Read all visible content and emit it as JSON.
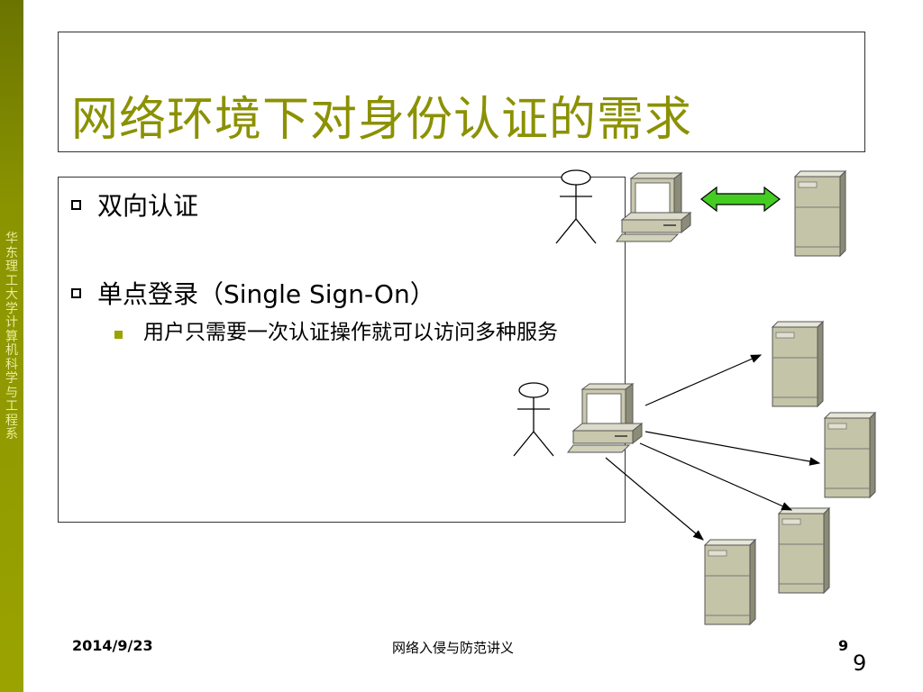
{
  "sidebar": {
    "vertical_text": "华东理工大学计算机科学与工程系"
  },
  "slide": {
    "title": "网络环境下对身份认证的需求",
    "bullets": [
      {
        "label": "双向认证"
      },
      {
        "label": "单点登录（Single Sign-On）"
      }
    ],
    "sub_bullets": [
      {
        "label": "用户只需要一次认证操作就可以访问多种服务"
      }
    ]
  },
  "diagram": {
    "top": {
      "user_icon": "stick-figure-icon",
      "client_icon": "computer-icon",
      "link_icon": "double-arrow-icon",
      "server_icon": "server-icon"
    },
    "bottom": {
      "user_icon": "stick-figure-icon",
      "client_icon": "computer-icon",
      "server_count": 4
    }
  },
  "footer": {
    "date": "2014/9/23",
    "center_text": "网络入侵与防范讲义",
    "page": "9"
  },
  "page_number": "9",
  "colors": {
    "accent": "#8b9100",
    "sidebar": "#9aa300"
  }
}
